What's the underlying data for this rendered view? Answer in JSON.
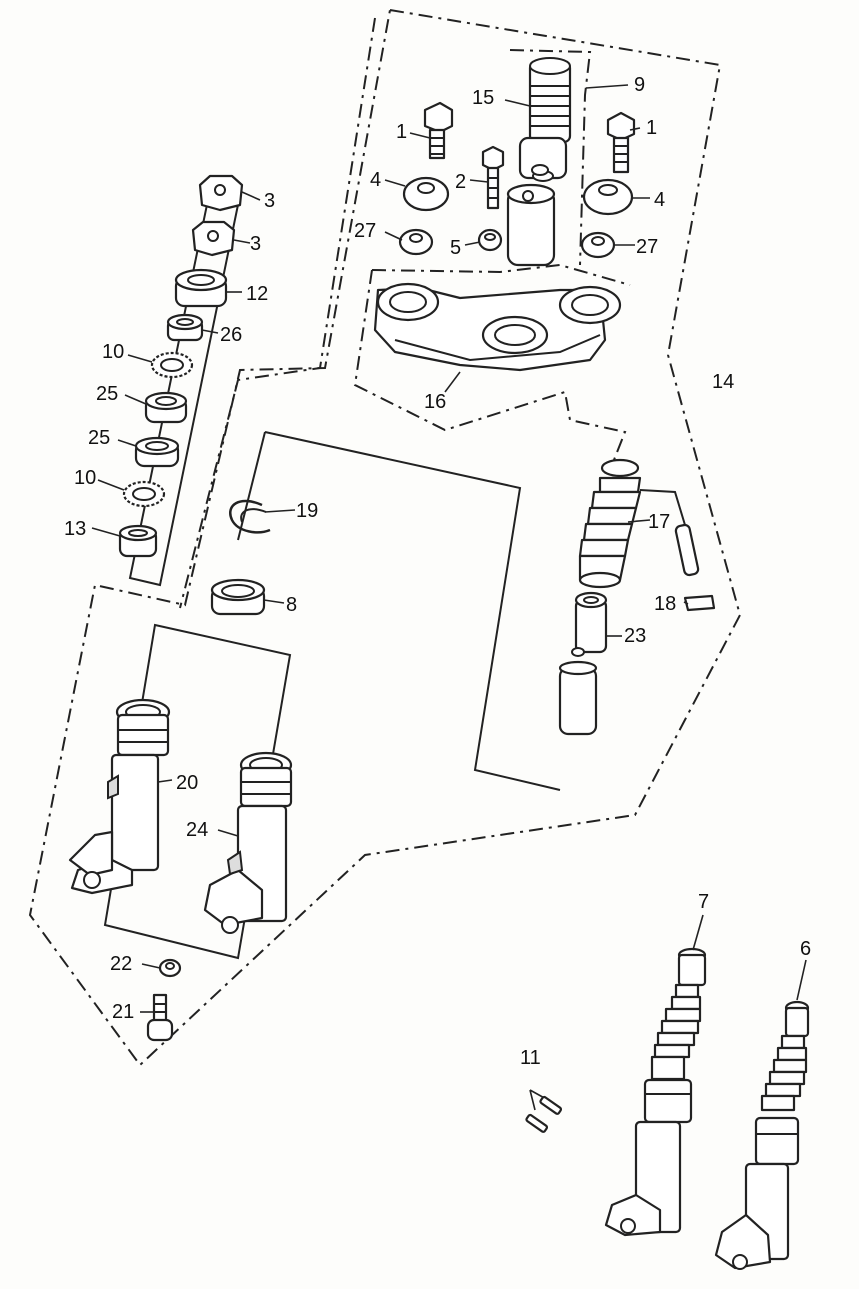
{
  "labels": {
    "p1a": "1",
    "p1b": "1",
    "p2": "2",
    "p3a": "3",
    "p3b": "3",
    "p4a": "4",
    "p4b": "4",
    "p5": "5",
    "p6": "6",
    "p7": "7",
    "p8": "8",
    "p9": "9",
    "p10a": "10",
    "p10b": "10",
    "p11": "11",
    "p12": "12",
    "p13": "13",
    "p14": "14",
    "p15": "15",
    "p16": "16",
    "p17": "17",
    "p18": "18",
    "p19": "19",
    "p20": "20",
    "p21": "21",
    "p22": "22",
    "p23": "23",
    "p24": "24",
    "p25a": "25",
    "p25b": "25",
    "p26": "26",
    "p27a": "27",
    "p27b": "27"
  }
}
